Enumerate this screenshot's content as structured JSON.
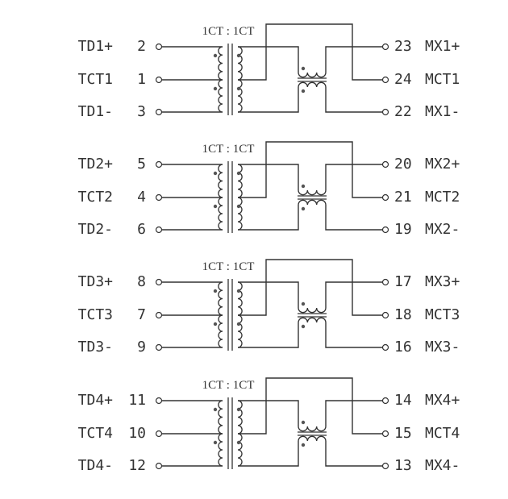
{
  "diagram": {
    "type": "magnetics-schematic",
    "colors": {
      "line": "#333333",
      "background": "#ffffff",
      "dot": "#555555"
    },
    "channels": [
      {
        "ratio": "1CT : 1CT",
        "left": [
          {
            "name": "TD1+",
            "pin": "2"
          },
          {
            "name": "TCT1",
            "pin": "1"
          },
          {
            "name": "TD1-",
            "pin": "3"
          }
        ],
        "right": [
          {
            "pin": "23",
            "name": "MX1+"
          },
          {
            "pin": "24",
            "name": "MCT1"
          },
          {
            "pin": "22",
            "name": "MX1-"
          }
        ]
      },
      {
        "ratio": "1CT : 1CT",
        "left": [
          {
            "name": "TD2+",
            "pin": "5"
          },
          {
            "name": "TCT2",
            "pin": "4"
          },
          {
            "name": "TD2-",
            "pin": "6"
          }
        ],
        "right": [
          {
            "pin": "20",
            "name": "MX2+"
          },
          {
            "pin": "21",
            "name": "MCT2"
          },
          {
            "pin": "19",
            "name": "MX2-"
          }
        ]
      },
      {
        "ratio": "1CT : 1CT",
        "left": [
          {
            "name": "TD3+",
            "pin": "8"
          },
          {
            "name": "TCT3",
            "pin": "7"
          },
          {
            "name": "TD3-",
            "pin": "9"
          }
        ],
        "right": [
          {
            "pin": "17",
            "name": "MX3+"
          },
          {
            "pin": "18",
            "name": "MCT3"
          },
          {
            "pin": "16",
            "name": "MX3-"
          }
        ]
      },
      {
        "ratio": "1CT : 1CT",
        "left": [
          {
            "name": "TD4+",
            "pin": "11"
          },
          {
            "name": "TCT4",
            "pin": "10"
          },
          {
            "name": "TD4-",
            "pin": "12"
          }
        ],
        "right": [
          {
            "pin": "14",
            "name": "MX4+"
          },
          {
            "pin": "15",
            "name": "MCT4"
          },
          {
            "pin": "13",
            "name": "MX4-"
          }
        ]
      }
    ]
  }
}
